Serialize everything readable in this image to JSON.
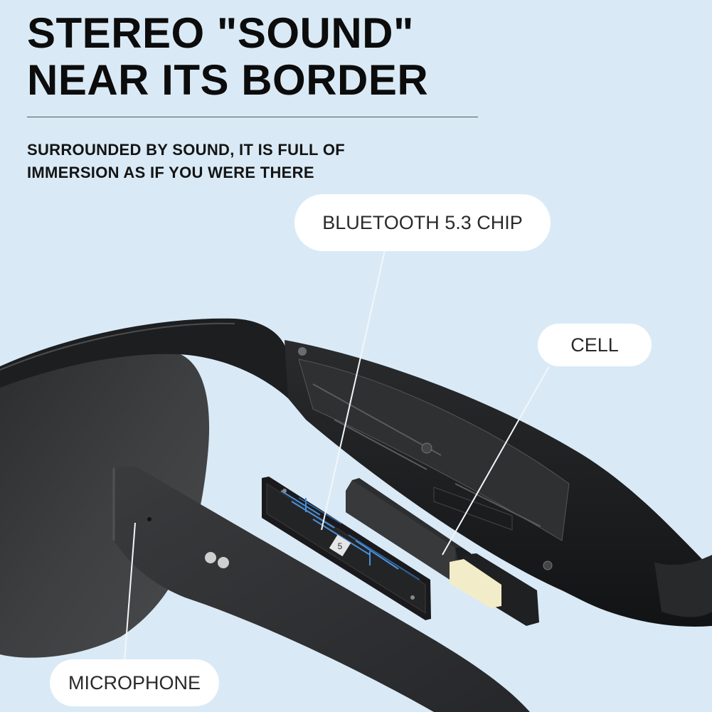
{
  "headline": {
    "line1": "STEREO \"SOUND\"",
    "line2": "NEAR ITS BORDER"
  },
  "subtitle": {
    "line1": "SURROUNDED BY SOUND, IT IS FULL OF",
    "line2": "IMMERSION AS IF YOU WERE THERE"
  },
  "callouts": {
    "bluetooth": "BLUETOOTH 5.3 CHIP",
    "cell": "CELL",
    "microphone": "MICROPHONE"
  },
  "colors": {
    "background": "#d9eaf6",
    "frame": "#1e1f21",
    "lens": "#3b3c3e",
    "chip_accent": "#4a8fd8",
    "battery_terminal": "#f3ecc8"
  },
  "icons": [
    "smart-glasses-exploded-view",
    "bluetooth-chip-board",
    "battery-cell",
    "microphone-panel"
  ]
}
